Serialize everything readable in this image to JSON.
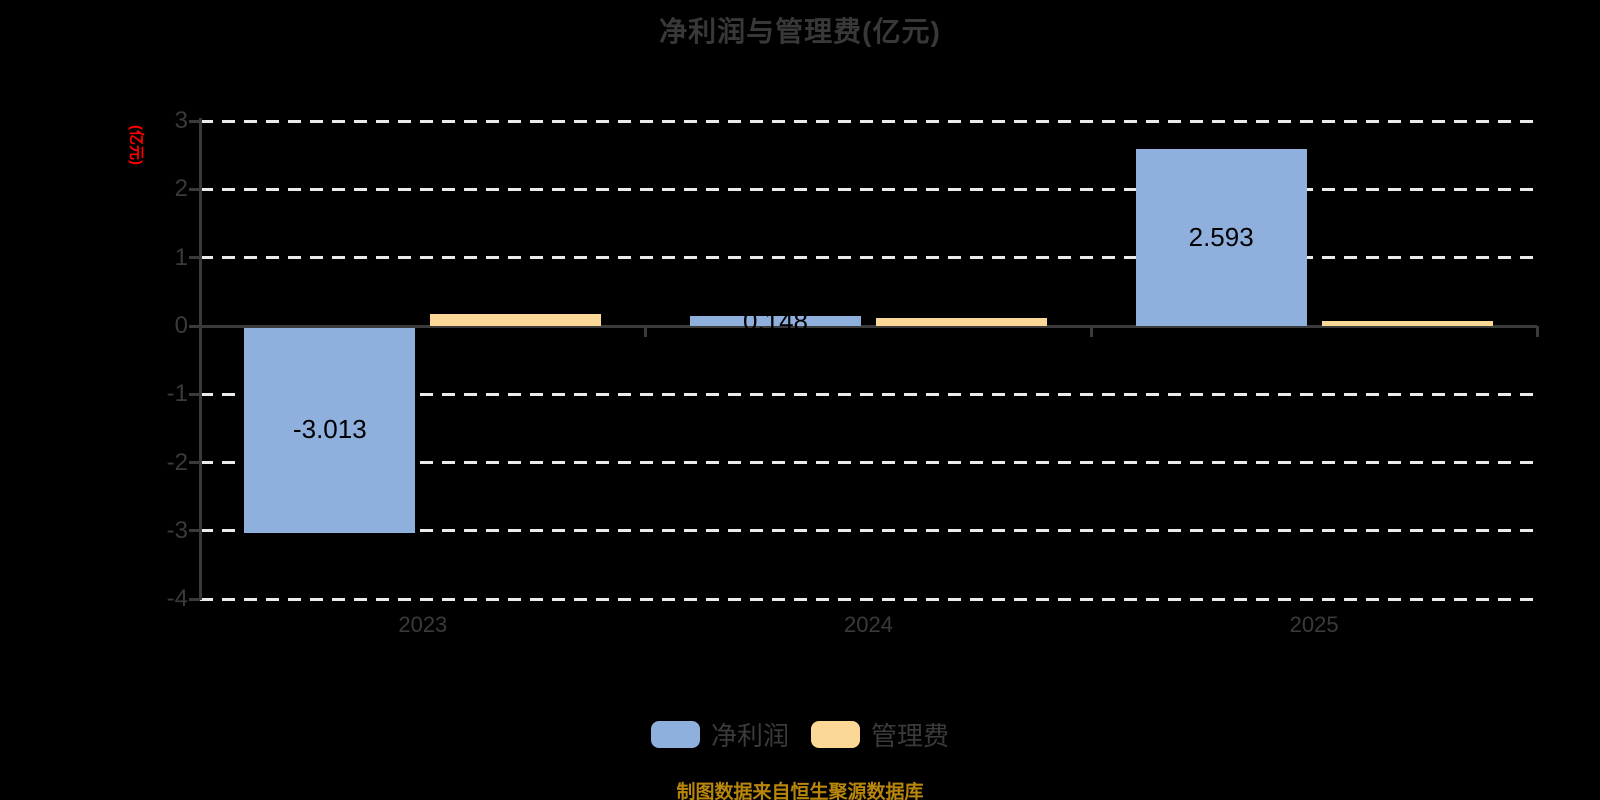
{
  "title": "净利润与管理费(亿元)",
  "y_unit_label": "(亿元)",
  "footer_note": "制图数据来自恒生聚源数据库",
  "colors": {
    "background": "#000000",
    "title_text": "#383838",
    "axis": "#3a3a3a",
    "grid": "#ebebeb",
    "tick_text": "#3a3a3a",
    "bar_label_text": "#000000",
    "unit_label_red": "#ff0000",
    "footer_gold": "#b8860b",
    "net_profit_blue": "#8fafdc",
    "mgmt_fee_yellow": "#fcd896"
  },
  "legend": {
    "items": [
      {
        "label": "净利润",
        "color": "#8fafdc"
      },
      {
        "label": "管理费",
        "color": "#fcd896"
      }
    ]
  },
  "chart_data": {
    "type": "bar",
    "categories": [
      "2023",
      "2024",
      "2025"
    ],
    "series": [
      {
        "name": "净利润",
        "color": "#8fafdc",
        "values": [
          -3.013,
          0.148,
          2.593
        ],
        "data_labels": [
          "-3.013",
          "0.148",
          "2.593"
        ],
        "show_labels": true
      },
      {
        "name": "管理费",
        "color": "#fcd896",
        "values": [
          0.18,
          0.12,
          0.08
        ],
        "data_labels": [],
        "show_labels": false
      }
    ],
    "title": "净利润与管理费(亿元)",
    "xlabel": "",
    "ylabel": "(亿元)",
    "yticks": [
      3,
      2,
      1,
      0,
      -1,
      -2,
      -3,
      -4
    ],
    "ytick_labels": [
      "3",
      "2",
      "1",
      "0",
      "-1",
      "-2",
      "-3",
      "-4"
    ],
    "ylim": [
      -4,
      3.05
    ],
    "grid": true,
    "grid_style": "dashed",
    "legend_position": "bottom"
  }
}
